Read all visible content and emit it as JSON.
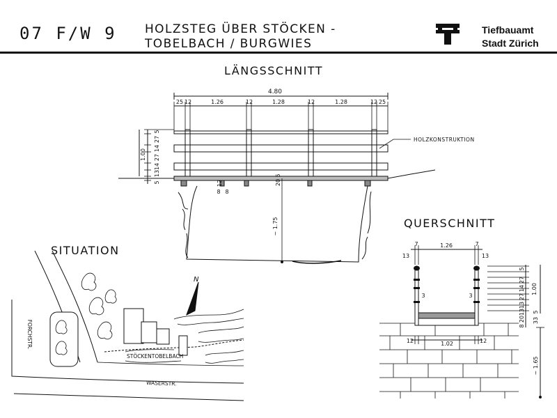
{
  "header": {
    "code": "07 F/W 9",
    "title_line1": "HOLZSTEG ÜBER STÖCKEN -",
    "title_line2": "TOBELBACH / BURGWIES",
    "org_line1": "Tiefbauamt",
    "org_line2": "Stadt Zürich"
  },
  "sections": {
    "laengsschnitt": "LÄNGSSCHNITT",
    "querschnitt": "QUERSCHNITT",
    "situation": "SITUATION"
  },
  "laengs": {
    "total": "4.80",
    "segments": [
      "25",
      "12",
      "1.26",
      "12",
      "1.28",
      "12",
      "1.28",
      "12",
      "25"
    ],
    "height": "1.00",
    "vert_dims": [
      "5",
      "27",
      "14",
      "27",
      "14",
      "13"
    ],
    "bottom_dim": "5",
    "dims_small": [
      "12",
      "8"
    ],
    "dim_20": "20",
    "dim_5b": "5",
    "depth": "~ 1.75",
    "label_wood": "HOLZKONSTRUKTION"
  },
  "quer": {
    "top_width": "1.26",
    "top_left": "7",
    "top_right": "7",
    "post_left": "13",
    "post_right": "13",
    "side_left": "3",
    "side_right": "3",
    "bottom_width": "1.02",
    "bottom_left": "12",
    "bottom_right": "12",
    "height": "1.00",
    "vert_dims": [
      "5",
      "27",
      "14",
      "27",
      "13",
      "13",
      "20",
      "8"
    ],
    "dim_33": "33",
    "dim_5": "5",
    "depth": "~ 1.65"
  },
  "situation": {
    "street_forch": "FORCHSTR.",
    "street_waser": "WASERSTR.",
    "creek": "STÖCKENTOBELBACH",
    "north": "N"
  }
}
